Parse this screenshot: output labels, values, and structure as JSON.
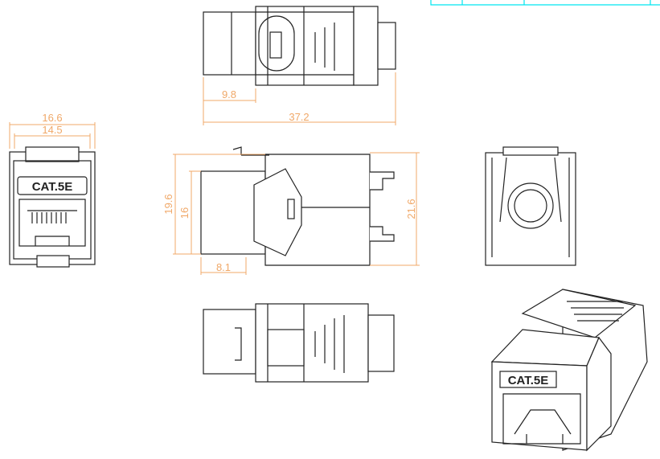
{
  "drawing": {
    "front_view": {
      "label": "CAT.5E",
      "dim_outer_width": "16.6",
      "dim_inner_width": "14.5"
    },
    "top_view": {
      "dim_front_length": "9.8",
      "dim_total_length": "37.2"
    },
    "side_view": {
      "dim_height_outer": "19.6",
      "dim_height_inner": "16",
      "dim_height_total": "21.6",
      "dim_front_length": "8.1"
    },
    "iso_view": {
      "label": "CAT.5E"
    }
  },
  "colors": {
    "dimension": "#f0a868",
    "outline": "#222222",
    "table_border": "#00e5f0"
  }
}
